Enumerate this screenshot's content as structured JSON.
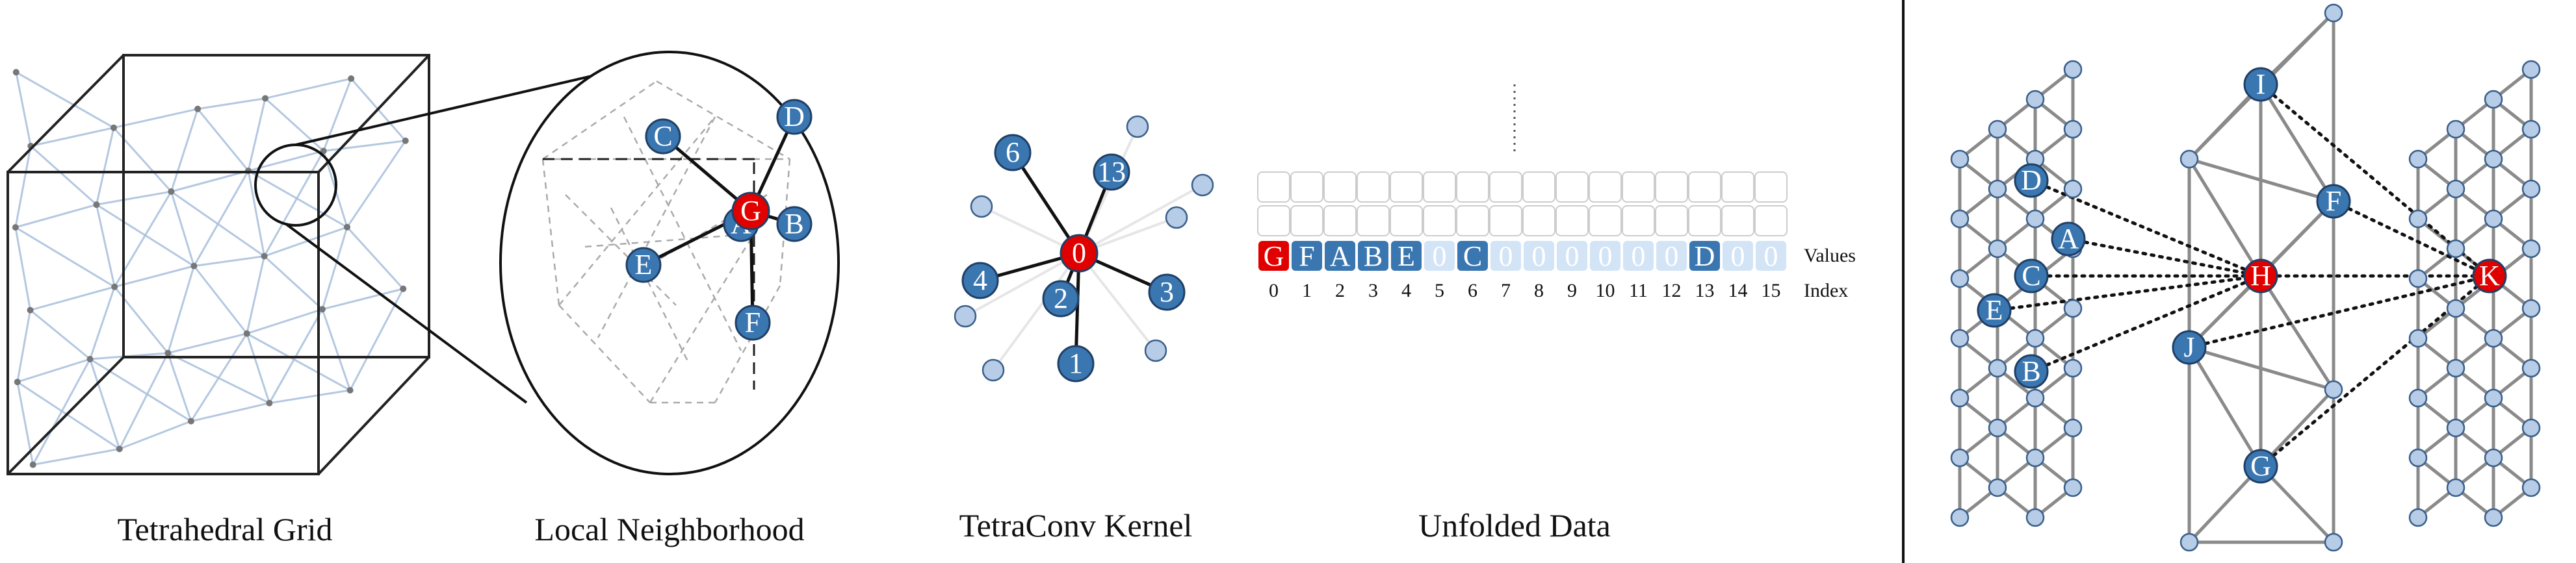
{
  "colors": {
    "node_blue": "#3a76b0",
    "node_red": "#e00000",
    "grid_line": "#a8bfdc",
    "light_node": "#b7cce6",
    "cell_light": "#d3e4f6",
    "cell_border": "#cccccc",
    "edge_gray": "#8a8a8a"
  },
  "captions": {
    "grid": "Tetrahedral Grid",
    "neighborhood": "Local Neighborhood",
    "kernel": "TetraConv Kernel",
    "unfolded": "Unfolded Data"
  },
  "neighborhood": {
    "center": "G",
    "labels": [
      "C",
      "D",
      "A",
      "B",
      "E",
      "F"
    ]
  },
  "kernel": {
    "center": "0",
    "labels": [
      "6",
      "13",
      "4",
      "2",
      "3",
      "1"
    ]
  },
  "unfolded": {
    "values": [
      "G",
      "F",
      "A",
      "B",
      "E",
      "0",
      "C",
      "0",
      "0",
      "0",
      "0",
      "0",
      "0",
      "D",
      "0",
      "0"
    ],
    "indices": [
      "0",
      "1",
      "2",
      "3",
      "4",
      "5",
      "6",
      "7",
      "8",
      "9",
      "10",
      "11",
      "12",
      "13",
      "14",
      "15"
    ],
    "values_label": "Values",
    "index_label": "Index"
  },
  "layers": {
    "left_labels": [
      "D",
      "A",
      "C",
      "E",
      "B"
    ],
    "middle_labels": [
      "I",
      "F",
      "H",
      "J",
      "G"
    ],
    "right_label": "K"
  }
}
